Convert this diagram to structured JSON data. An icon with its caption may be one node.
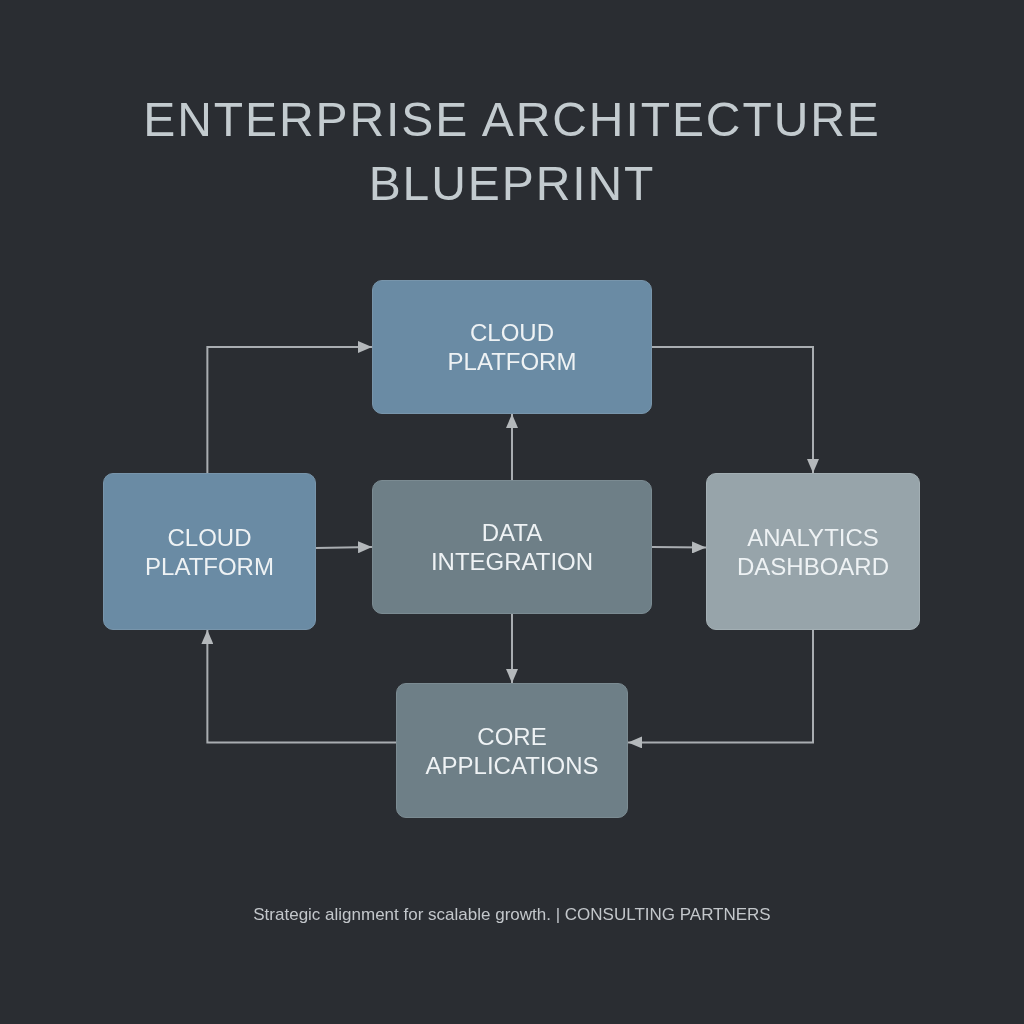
{
  "diagram": {
    "title": "ENTERPRISE ARCHITECTURE BLUEPRINT",
    "caption": "Strategic alignment for scalable growth. | CONSULTING PARTNERS",
    "nodes": [
      {
        "text": [
          "CLOUD PLATFORM"
        ]
      },
      {
        "text": [
          "CLOUD PLATFORM"
        ]
      },
      {
        "text": [
          "DATA INTEGRATION"
        ]
      },
      {
        "text": [
          "ANALYTICS DASHBOARD"
        ]
      },
      {
        "text": [
          "CORE APPLICATIONS"
        ]
      }
    ],
    "edges": [
      {
        "from": 1,
        "to": 0,
        "arrow": "to"
      },
      {
        "from": 0,
        "to": 3,
        "arrow": "to"
      },
      {
        "from": 2,
        "to": 0,
        "arrow": "to"
      },
      {
        "from": 1,
        "to": 2,
        "arrow": "to"
      },
      {
        "from": 2,
        "to": 3,
        "arrow": "to"
      },
      {
        "from": 2,
        "to": 4,
        "arrow": "to"
      },
      {
        "from": 3,
        "to": 4,
        "arrow": "to"
      },
      {
        "from": 4,
        "to": 1,
        "arrow": "to"
      }
    ]
  }
}
